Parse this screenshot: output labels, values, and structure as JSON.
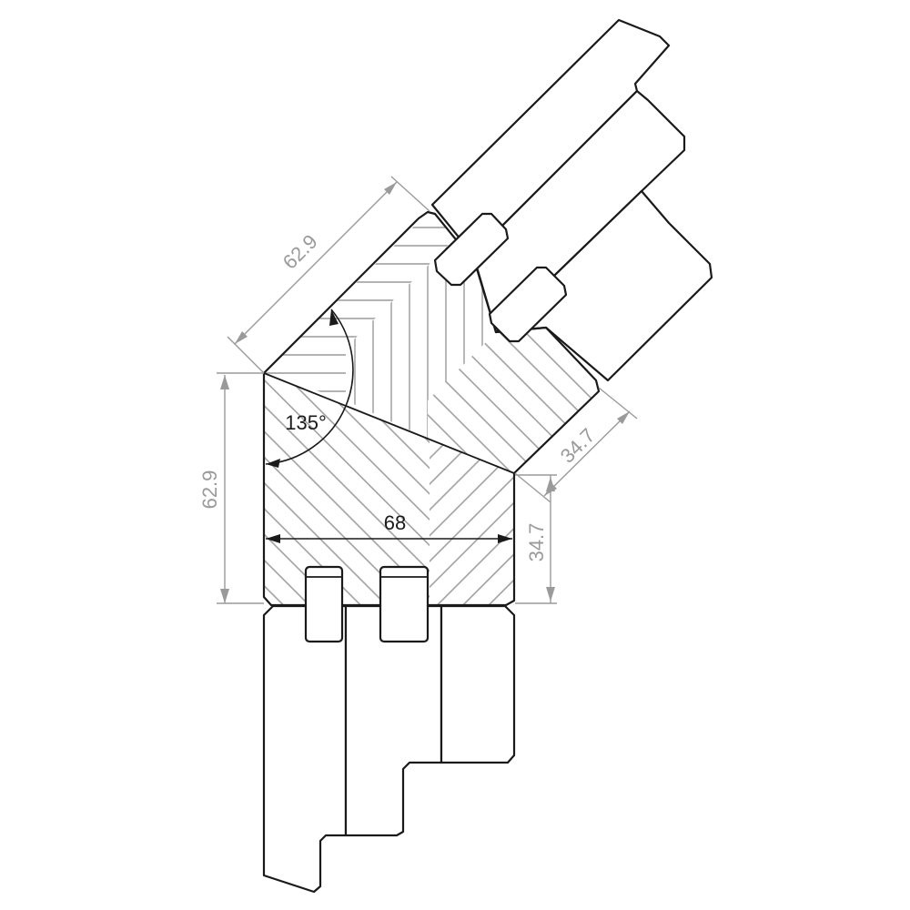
{
  "dimensions": {
    "top_edge": "62.9",
    "left_side": "62.9",
    "width": "68",
    "right_diag": "34.7",
    "right_vertical": "34.7",
    "angle": "135°"
  },
  "colors": {
    "line": "#1a1a1a",
    "dimension": "#9a9a9a",
    "background": "#ffffff"
  }
}
